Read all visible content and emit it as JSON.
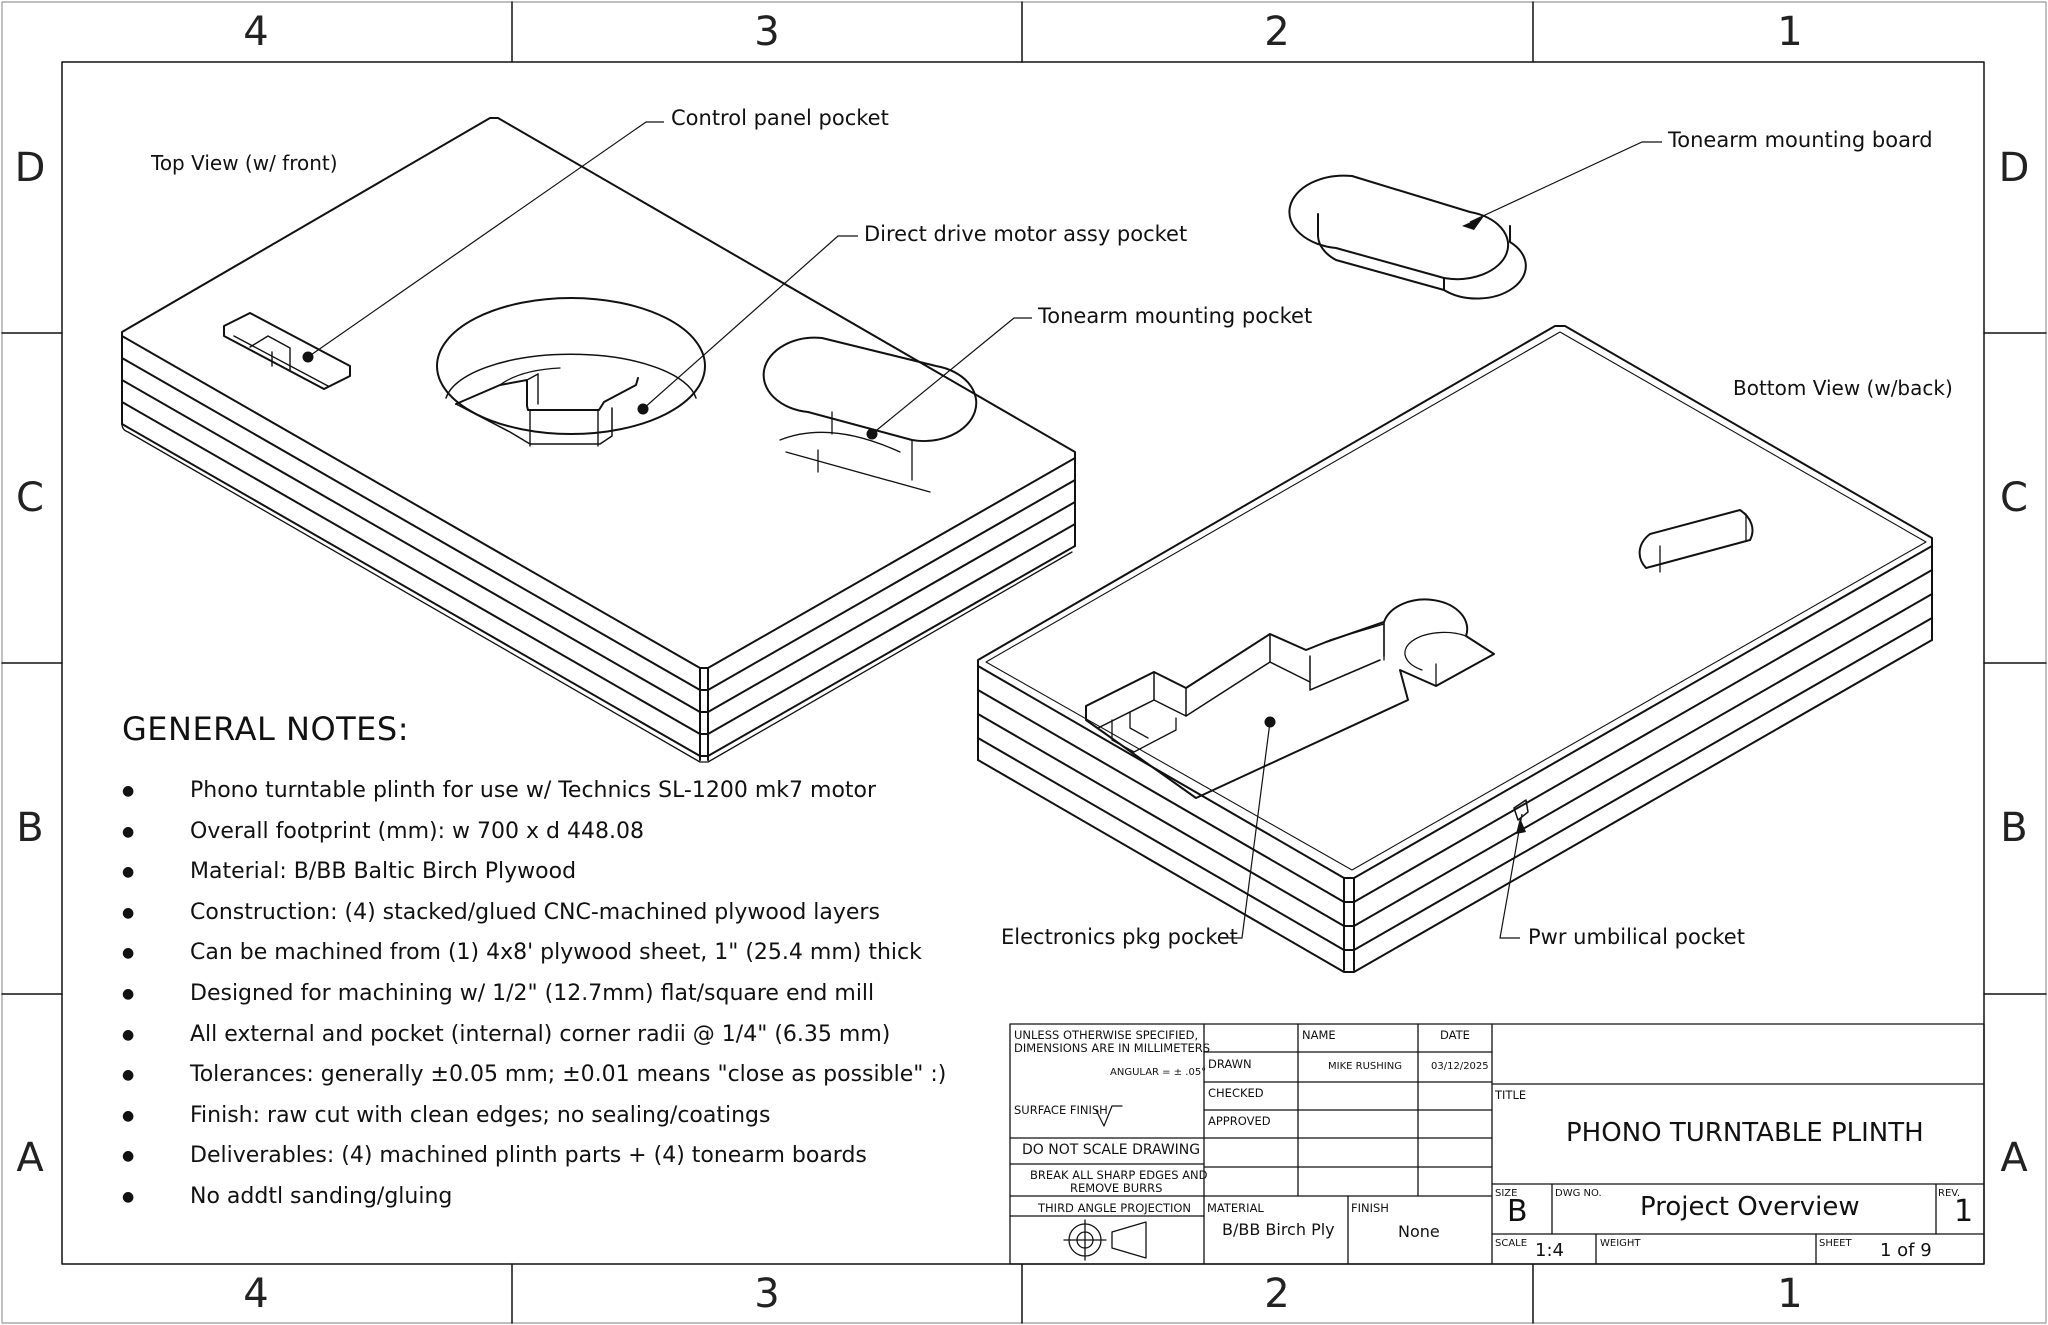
{
  "zones": {
    "columns": [
      "4",
      "3",
      "2",
      "1"
    ],
    "rows": [
      "D",
      "C",
      "B",
      "A"
    ]
  },
  "views": {
    "top_label": "Top View (w/ front)",
    "bottom_label": "Bottom View (w/back)"
  },
  "callouts": {
    "control_panel": "Control panel pocket",
    "motor": "Direct drive motor assy pocket",
    "tonearm_pocket": "Tonearm mounting pocket",
    "tonearm_board": "Tonearm mounting board",
    "electronics": "Electronics pkg pocket",
    "umbilical": "Pwr umbilical pocket"
  },
  "notes": {
    "title": "GENERAL NOTES:",
    "items": [
      "Phono turntable plinth for use w/ Technics SL-1200 mk7 motor",
      "Overall footprint (mm):  w 700 x d 448.08",
      "Material: B/BB Baltic Birch Plywood",
      "Construction: (4) stacked/glued CNC-machined plywood layers",
      "Can be machined from (1) 4x8' plywood sheet, 1\" (25.4 mm) thick",
      "Designed for machining w/ 1/2\" (12.7mm) flat/square end mill",
      "All external and pocket (internal) corner radii @ 1/4\" (6.35 mm)",
      "Tolerances: generally ±0.05 mm;  ±0.01 means \"close as possible\" :)",
      "Finish: raw cut with clean edges; no sealing/coatings",
      "Deliverables: (4) machined plinth parts + (4) tonearm boards",
      "No addtl sanding/gluing"
    ]
  },
  "title_block": {
    "unless_line1": "UNLESS OTHERWISE SPECIFIED,",
    "unless_line2": "DIMENSIONS ARE IN MILLIMETERS",
    "angular": "ANGULAR = ± .05°",
    "surface_finish": "SURFACE FINISH",
    "do_not_scale": "DO NOT SCALE DRAWING",
    "break_edges_1": "BREAK ALL SHARP EDGES AND",
    "break_edges_2": "REMOVE BURRS",
    "third_angle": "THIRD ANGLE PROJECTION",
    "name_header": "NAME",
    "date_header": "DATE",
    "drawn_label": "DRAWN",
    "drawn_name": "MIKE RUSHING",
    "drawn_date": "03/12/2025",
    "checked_label": "CHECKED",
    "approved_label": "APPROVED",
    "material_label": "MATERIAL",
    "material_value": "B/BB Birch Ply",
    "finish_label": "FINISH",
    "finish_value": "None",
    "title_label": "TITLE",
    "title_value": "PHONO TURNTABLE PLINTH",
    "size_label": "SIZE",
    "size_value": "B",
    "dwg_label": "DWG NO.",
    "dwg_value": "Project Overview",
    "rev_label": "REV.",
    "rev_value": "1",
    "scale_label": "SCALE",
    "scale_value": "1:4",
    "weight_label": "WEIGHT",
    "sheet_label": "SHEET",
    "sheet_value": "1 of 9"
  }
}
